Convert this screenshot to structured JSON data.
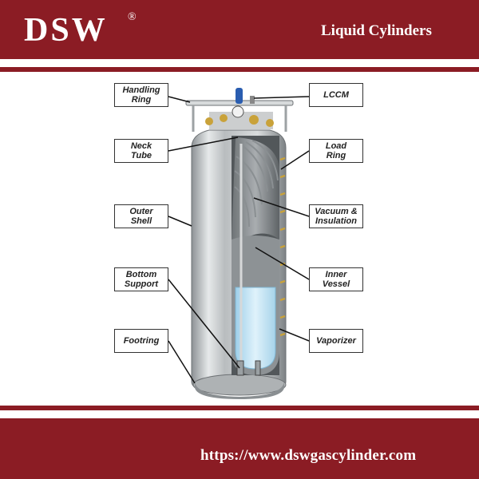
{
  "header": {
    "logo": "DSW",
    "logo_mark": "®",
    "title": "Liquid Cylinders"
  },
  "footer": {
    "url": "https://www.dswgascylinder.com"
  },
  "labels": {
    "handling_ring": "Handling\nRing",
    "lccm": "LCCM",
    "neck_tube": "Neck\nTube",
    "load_ring": "Load\nRing",
    "outer_shell": "Outer\nShell",
    "vacuum_insulation": "Vacuum &\nInsulation",
    "bottom_support": "Bottom\nSupport",
    "inner_vessel": "Inner\nVessel",
    "footring": "Footring",
    "vaporizer": "Vaporizer"
  },
  "colors": {
    "brand_red": "#8b1c24",
    "steel": "#c9ccce",
    "liquid": "#bfe3f4",
    "valve_blue": "#2a5db0",
    "brass": "#c9a23a"
  }
}
